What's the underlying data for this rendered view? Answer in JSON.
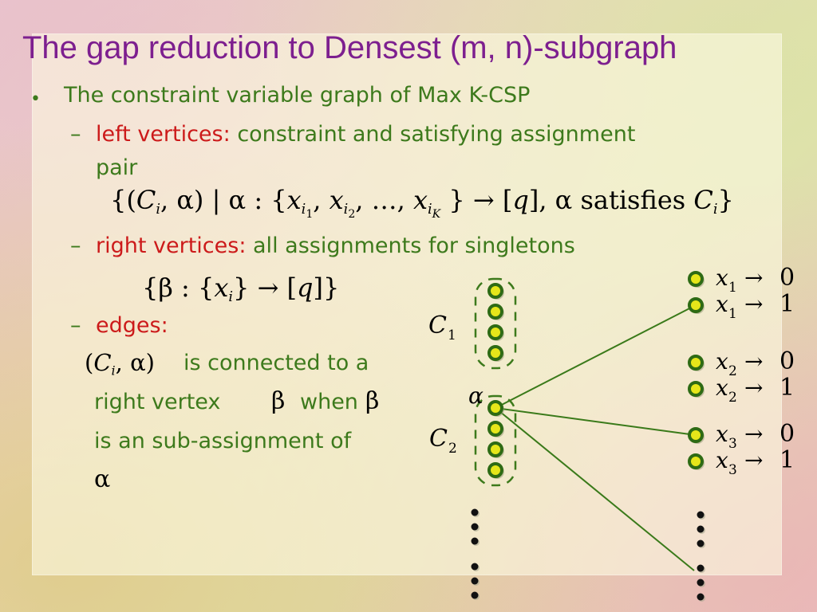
{
  "slide": {
    "title": "The gap reduction to Densest (m, n)-subgraph",
    "bullet_symbol": "•",
    "dash_symbol": "–",
    "bullet1": "The constraint variable graph of Max K-CSP",
    "left_label": "left vertices:",
    "left_desc_1": "constraint and satisfying assignment",
    "left_desc_2": "pair",
    "right_label": "right vertices:",
    "right_desc": "all assignments for singletons",
    "edges_label": "edges:",
    "edges_desc_1": "is connected to a",
    "edges_desc_2a": "right vertex",
    "edges_desc_2b": "when",
    "edges_desc_3": "is an sub-assignment of"
  },
  "math": {
    "alpha": "α",
    "beta": "β",
    "satisfies": "satisfies"
  },
  "diagram": {
    "c1_label": "C",
    "c1_index": "1",
    "c2_label": "C",
    "c2_index": "2",
    "alpha_label": "α",
    "right_vertices": [
      {
        "var": "x",
        "index": "1",
        "value": "0"
      },
      {
        "var": "x",
        "index": "1",
        "value": "1"
      },
      {
        "var": "x",
        "index": "2",
        "value": "0"
      },
      {
        "var": "x",
        "index": "2",
        "value": "1"
      },
      {
        "var": "x",
        "index": "3",
        "value": "0"
      },
      {
        "var": "x",
        "index": "3",
        "value": "1"
      }
    ]
  },
  "colors": {
    "title": "#7d1f8f",
    "text_green": "#3d7a1c",
    "label_red": "#cc1a1a",
    "vertex_fill": "#e6e61a",
    "vertex_ring": "#2e6b14",
    "edge": "#3a7a1a"
  }
}
